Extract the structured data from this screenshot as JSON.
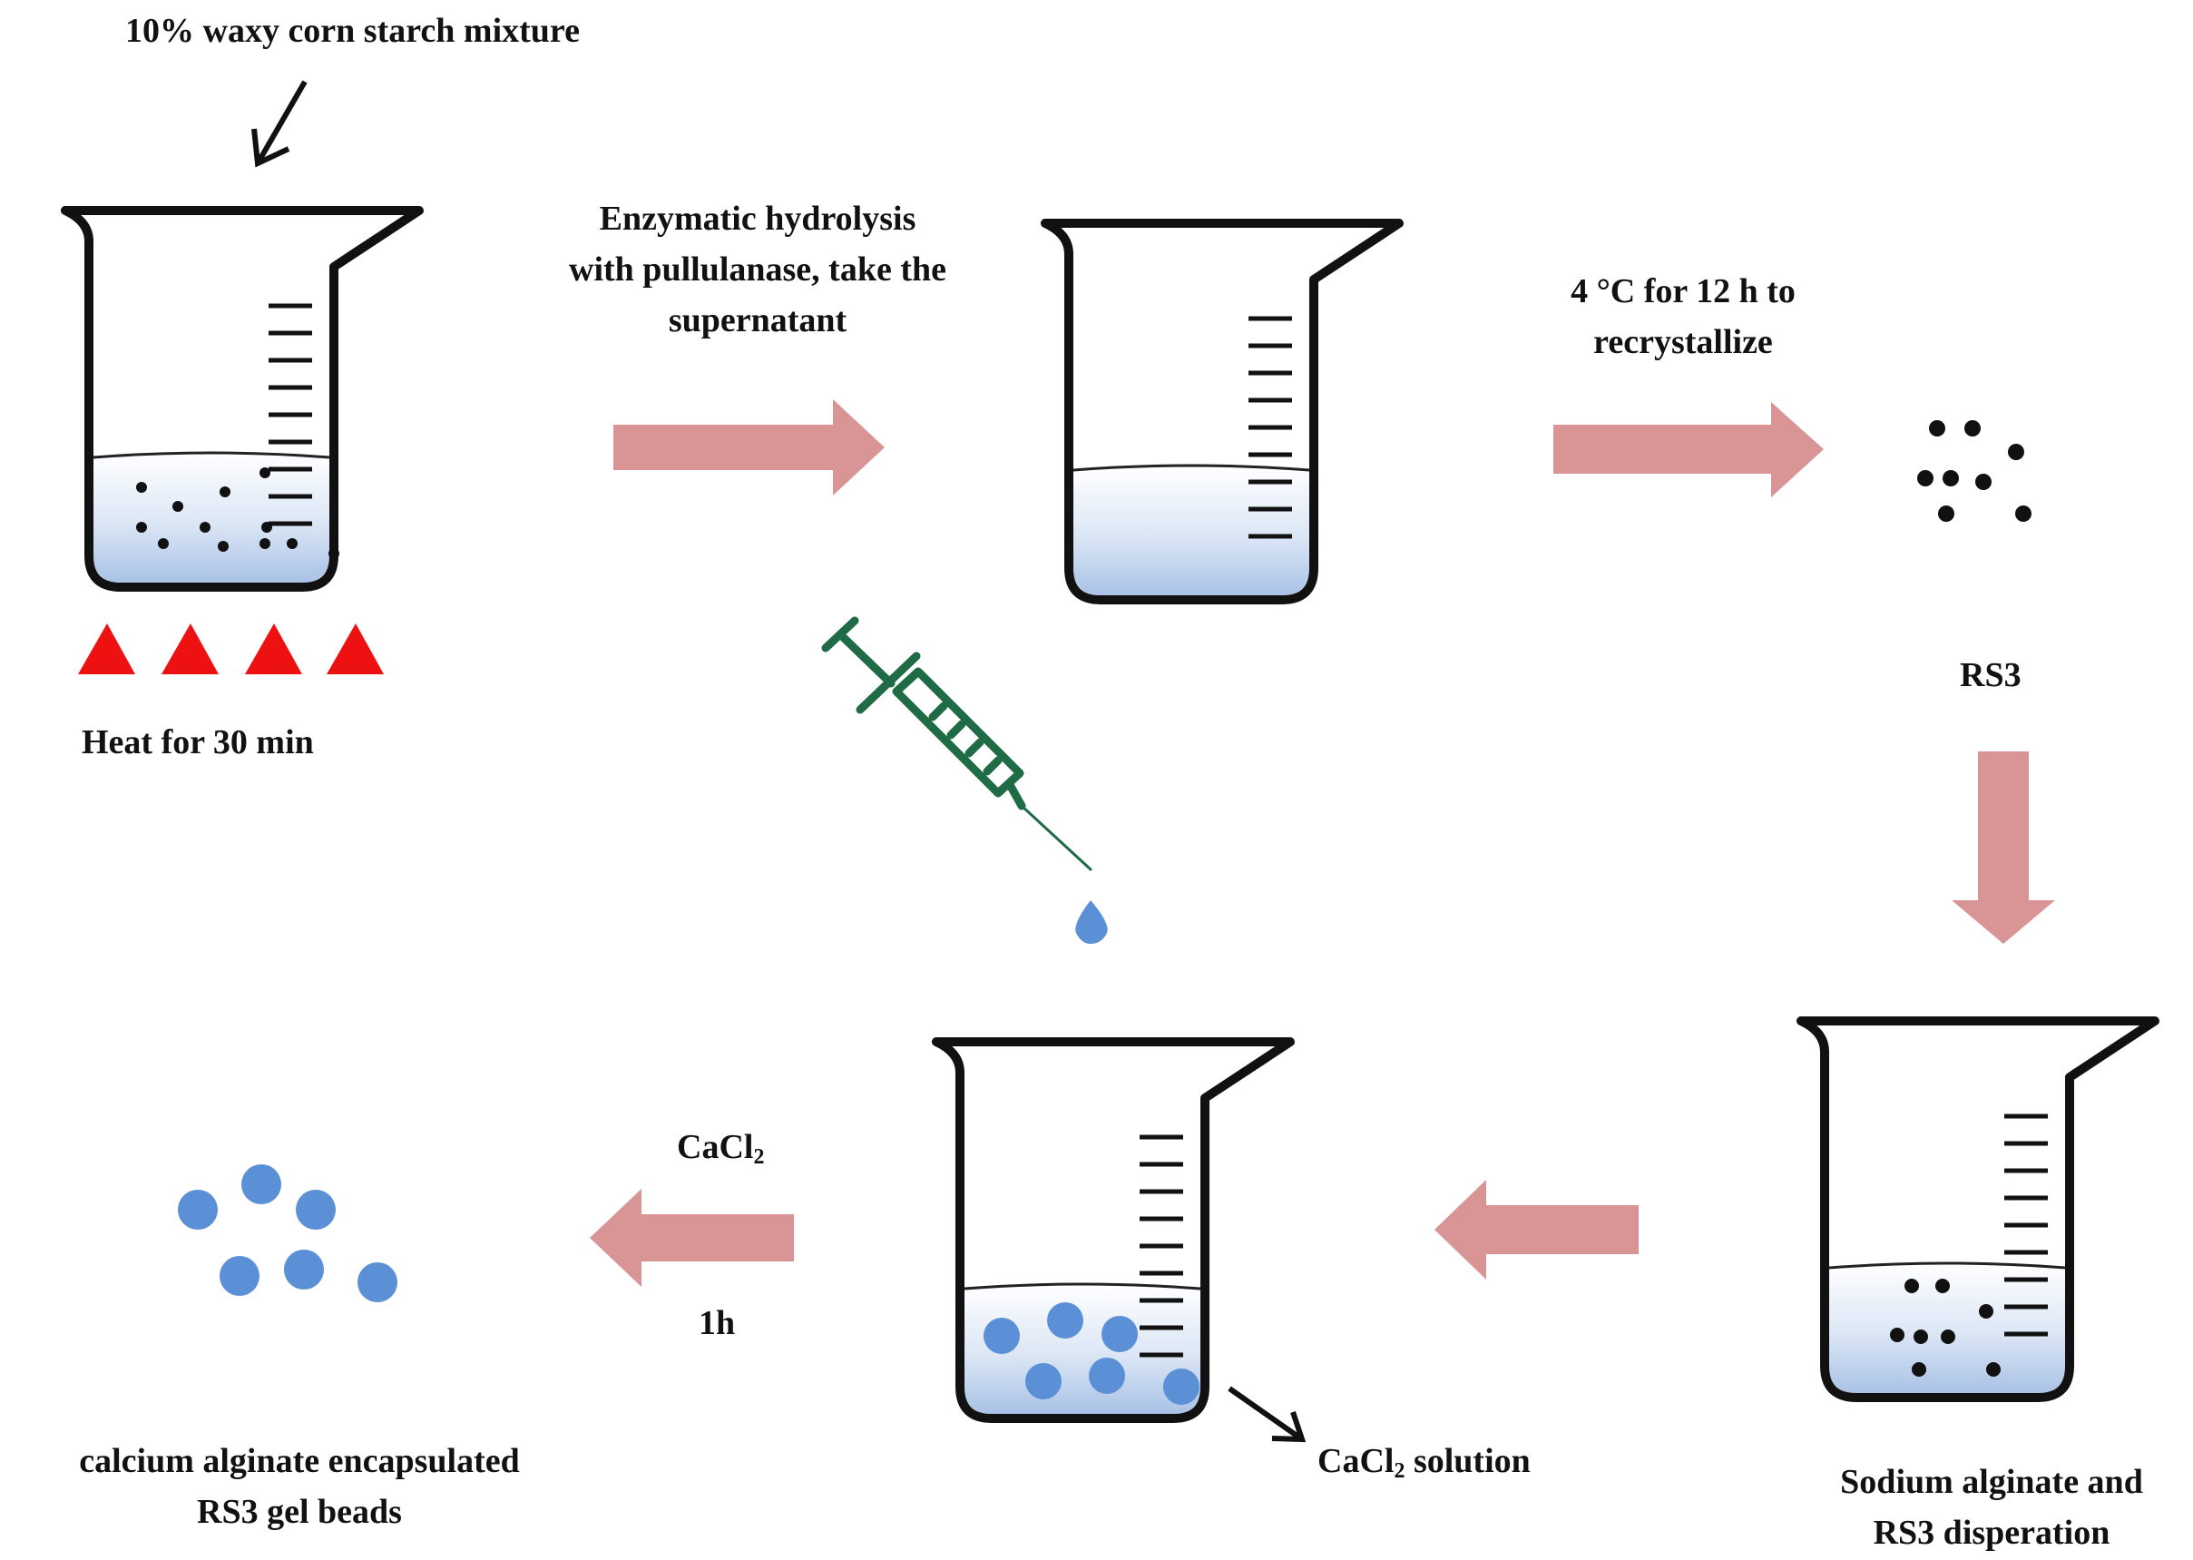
{
  "labels": {
    "starch_mixture": "10% waxy corn starch mixture",
    "heat": "Heat for 30 min",
    "hydrolysis_line1": "Enzymatic hydrolysis",
    "hydrolysis_line2": "with pullulanase, take the",
    "hydrolysis_line3": "supernatant",
    "recrystallize_line1": "4 °C for 12 h to",
    "recrystallize_line2": "recrystallize",
    "rs3": "RS3",
    "dispersion_line1": "Sodium alginate and",
    "dispersion_line2": "RS3 disperation",
    "cacl2_solution_prefix": "CaCl",
    "cacl2_solution_sub": "2",
    "cacl2_solution_suffix": " solution",
    "cacl2_prefix": "CaCl",
    "cacl2_sub": "2",
    "time_1h": "1h",
    "beads_line1": "calcium alginate encapsulated",
    "beads_line2": "RS3 gel beads"
  },
  "colors": {
    "process_arrow": "#d99595",
    "heat_marker": "#ee1111",
    "bead": "#5b8fd6",
    "syringe": "#1e6b45",
    "liquid": "#b8cdeb",
    "outline": "#111111"
  },
  "icons": [
    "beaker-icon",
    "heat-triangle-icon",
    "syringe-icon",
    "droplet-icon",
    "gel-bead-icon",
    "starch-particle-icon",
    "arrow-icon"
  ]
}
